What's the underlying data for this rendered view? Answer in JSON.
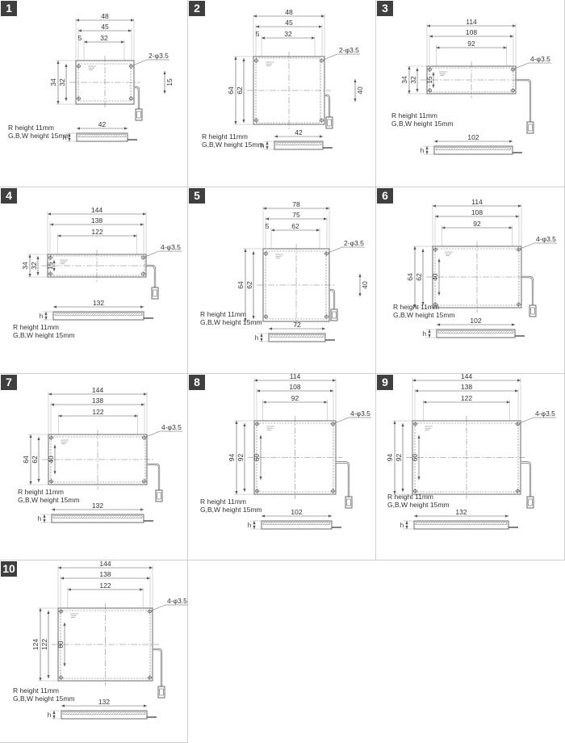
{
  "height_note": "R height 11mm",
  "height_note2": "G,B,W height 15mm",
  "side_height_label": "h",
  "drawings": [
    {
      "number": "1",
      "top": [
        "48",
        "45",
        "32"
      ],
      "offset": "5",
      "hole": "2-φ3.5",
      "outer_h": "34",
      "inner_h": "32",
      "right_dim": "15",
      "side_len": "42"
    },
    {
      "number": "2",
      "top": [
        "48",
        "45",
        "32"
      ],
      "offset": "5",
      "hole": "2-φ3.5",
      "outer_h": "64",
      "inner_h": "62",
      "right_dim": "40",
      "side_len": "42"
    },
    {
      "number": "3",
      "top": [
        "114",
        "108",
        "92"
      ],
      "hole": "4-φ3.5",
      "outer_h": "34",
      "inner_h": "32",
      "left_inner": "15",
      "side_len": "102"
    },
    {
      "number": "4",
      "top": [
        "144",
        "138",
        "122"
      ],
      "hole": "4-φ3.5",
      "outer_h": "34",
      "inner_h": "32",
      "left_inner": "15",
      "side_len": "132"
    },
    {
      "number": "5",
      "top": [
        "78",
        "75",
        "62"
      ],
      "offset": "5",
      "hole": "2-φ3.5",
      "outer_h": "64",
      "inner_h": "62",
      "right_dim": "40",
      "side_len": "72"
    },
    {
      "number": "6",
      "top": [
        "114",
        "108",
        "92"
      ],
      "hole": "4-φ3.5",
      "outer_h": "64",
      "inner_h": "62",
      "left_inner": "40",
      "side_len": "102"
    },
    {
      "number": "7",
      "top": [
        "144",
        "138",
        "122"
      ],
      "hole": "4-φ3.5",
      "outer_h": "64",
      "inner_h": "62",
      "left_inner": "40",
      "side_len": "132"
    },
    {
      "number": "8",
      "top": [
        "114",
        "108",
        "92"
      ],
      "hole": "4-φ3.5",
      "outer_h": "94",
      "inner_h": "92",
      "left_inner": "60",
      "side_len": "102"
    },
    {
      "number": "9",
      "top": [
        "144",
        "138",
        "122"
      ],
      "hole": "4-φ3.5",
      "outer_h": "94",
      "inner_h": "92",
      "left_inner": "60",
      "side_len": "132"
    },
    {
      "number": "10",
      "top": [
        "144",
        "138",
        "122"
      ],
      "hole": "4-φ3.5",
      "outer_h": "124",
      "inner_h": "122",
      "left_inner": "80",
      "side_len": "132"
    }
  ]
}
